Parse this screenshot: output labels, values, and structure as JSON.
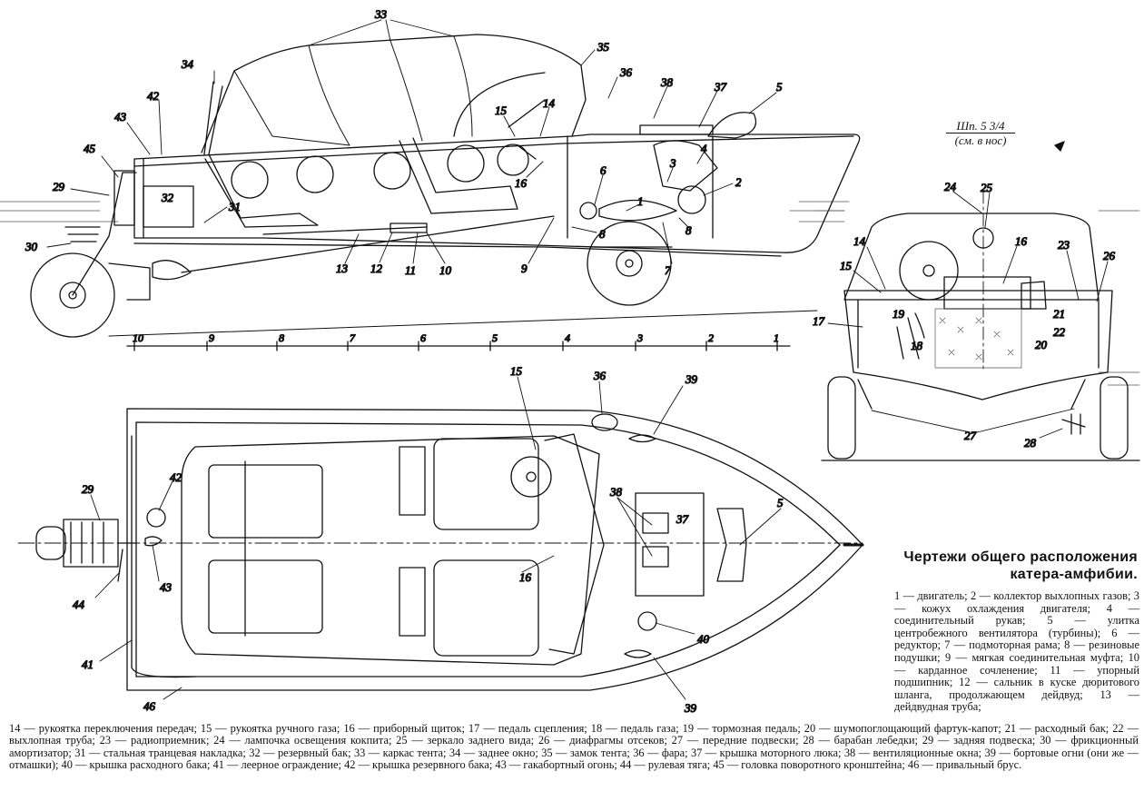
{
  "figure": {
    "title": "Чертежи общего расположения катера-амфибии.",
    "scale_note_line1": "Шп. 5 3/4",
    "scale_note_line2": "(см. в нос)"
  },
  "ruler_marks": [
    "10",
    "9",
    "8",
    "7",
    "6",
    "5",
    "4",
    "3",
    "2",
    "1"
  ],
  "side_view_callouts": [
    "33",
    "34",
    "35",
    "36",
    "38",
    "37",
    "5",
    "42",
    "43",
    "45",
    "29",
    "30",
    "15",
    "14",
    "16",
    "3",
    "4",
    "2",
    "6",
    "1",
    "8",
    "8",
    "31",
    "13",
    "12",
    "11",
    "10",
    "9",
    "7",
    "32"
  ],
  "front_view_callouts": [
    "24",
    "25",
    "14",
    "15",
    "16",
    "23",
    "26",
    "17",
    "19",
    "18",
    "21",
    "22",
    "20",
    "27",
    "28"
  ],
  "plan_view_callouts": [
    "15",
    "36",
    "39",
    "29",
    "42",
    "38",
    "37",
    "5",
    "43",
    "44",
    "16",
    "40",
    "41",
    "46",
    "39"
  ],
  "legend_right": "1 — двигатель; 2 — коллектор выхлопных газов; 3 — кожух охлаждения двигателя; 4 — соединительный рукав; 5 — улитка центробежного вентилятора (турбины); 6 — редуктор; 7 — подмоторная рама; 8 — резиновые подушки; 9 — мягкая соединительная муфта; 10 — карданное сочленение; 11 — упорный подшипник; 12 — сальник в куске дюритового шланга, продолжающем дейдвуд; 13 — дейдвудная труба;",
  "legend_bottom": "14 — рукоятка переключения передач; 15 — рукоятка ручного газа; 16 — приборный щиток; 17 — педаль сцепления; 18 — педаль газа; 19 — тормозная педаль; 20 — шумопоглощающий фартук-капот; 21 — расходный бак; 22 — выхлопная труба; 23 — радиоприемник; 24 — лампочка освещения кокпита; 25 — зеркало заднего вида; 26 — диафрагмы отсеков; 27 — передние подвески; 28 — барабан лебедки; 29 — задняя подвеска; 30 — фрикционный амортизатор; 31 — стальная транцевая накладка; 32 — резервный бак; 33 — каркас тента; 34 — заднее окно; 35 — замок тента; 36 — фара; 37 — крышка моторного люка; 38 — вентиляционные окна; 39 — бортовые огни (они же — отмашки); 40 — крышка расходного бака; 41 — леерное ограждение; 42 — крышка резервного бака; 43 — гакабортный огонь; 44 — рулевая тяга; 45 — головка поворотного кронштейна; 46 — привальный брус.",
  "colors": {
    "ink": "#111111",
    "paper": "#ffffff",
    "hatch": "#555555"
  }
}
